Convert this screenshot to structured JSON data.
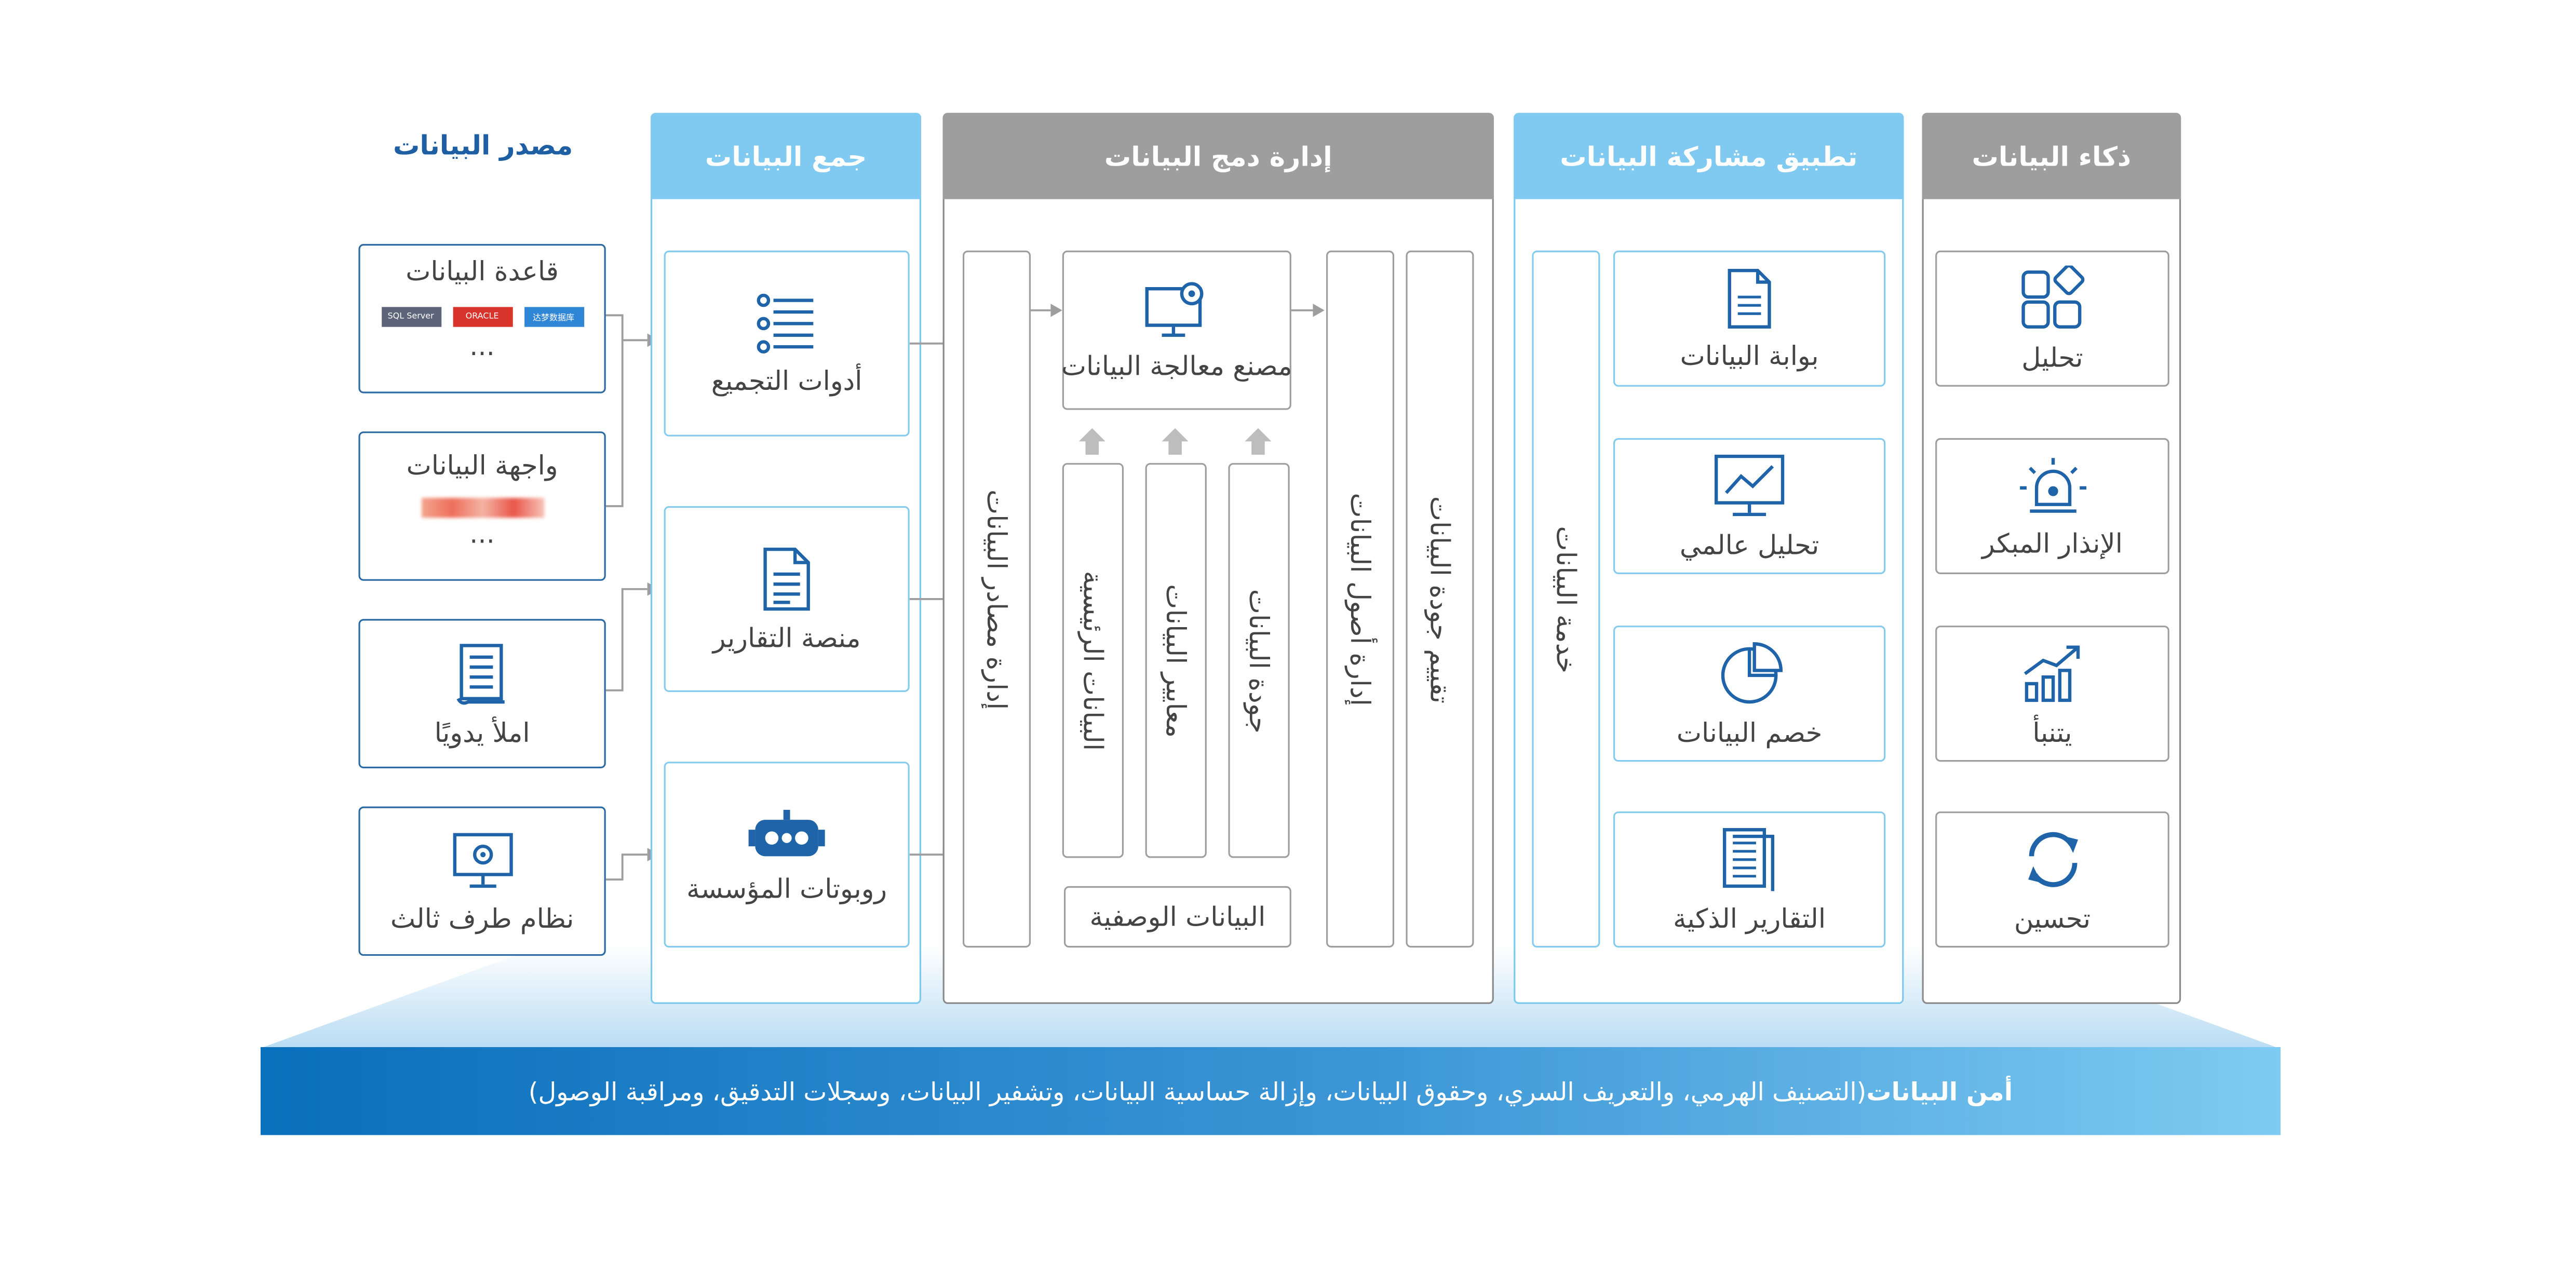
{
  "source": {
    "title": "مصدر البيانات",
    "items": [
      {
        "label": "قاعدة البيانات",
        "more": "...",
        "logos": [
          "SQL Server",
          "ORACLE",
          "达梦数据库"
        ]
      },
      {
        "label": "واجهة البيانات",
        "more": "..."
      },
      {
        "label": "املأ يدويًا"
      },
      {
        "label": "نظام طرف ثالث"
      }
    ]
  },
  "collection": {
    "title": "جمع البيانات",
    "items": [
      "أدوات التجميع",
      "منصة التقارير",
      "روبوتات المؤسسة"
    ]
  },
  "integration": {
    "title": "إدارة دمج البيانات",
    "source_mgmt": "إدارة مصادر البيانات",
    "factory": "مصنع معالجة البيانات",
    "meta_items": [
      "البيانات الرئيسية",
      "معايير البيانات",
      "جودة البيانات"
    ],
    "metadata": "البيانات الوصفية",
    "asset_mgmt": "إدارة أصول البيانات",
    "quality_eval": "تقييم جودة البيانات"
  },
  "sharing": {
    "title": "تطبيق مشاركة البيانات",
    "service": "خدمة البيانات",
    "items": [
      "بوابة البيانات",
      "تحليل عالمي",
      "خصم البيانات",
      "التقارير الذكية"
    ]
  },
  "intelligence": {
    "title": "ذكاء البيانات",
    "items": [
      "تحليل",
      "الإنذار المبكر",
      "يتنبأ",
      "تحسين"
    ]
  },
  "security": {
    "title": "أمن البيانات",
    "detail": " (التصنيف الهرمي، والتعريف السري، وحقوق البيانات، وإزالة حساسية البيانات، وتشفير البيانات، وسجلات التدقيق، ومراقبة الوصول)"
  },
  "colors": {
    "blue_header": "#80caf1",
    "gray_header": "#9e9e9e",
    "icon_blue": "#1f63a8",
    "banner_dark": "#0a70bd",
    "banner_light": "#7cc8f0"
  }
}
